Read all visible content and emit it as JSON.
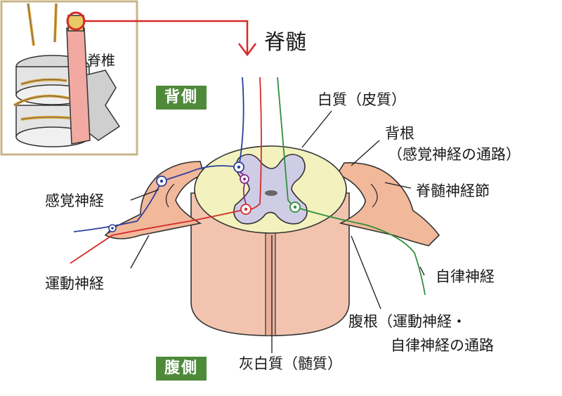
{
  "title": "脊髄",
  "inset": {
    "label": "脊椎"
  },
  "badges": {
    "dorsal": "背側",
    "ventral": "腹側"
  },
  "labels": {
    "white_matter": "白質（皮質）",
    "dorsal_root_1": "背根",
    "dorsal_root_2": "（感覚神経の通路）",
    "spinal_ganglion": "脊髄神経節",
    "sensory_nerve": "感覚神経",
    "motor_nerve": "運動神経",
    "autonomic_nerve": "自律神経",
    "ventral_root_1": "腹根（運動神経・",
    "ventral_root_2": "自律神経の通路",
    "gray_matter": "灰白質（髄質）"
  },
  "colors": {
    "white_matter": "#f3f2bf",
    "gray_matter": "#cfcde6",
    "tissue": "#f2b89a",
    "tissue_dark": "#dc9f84",
    "sensory": "#2b3f9e",
    "motor": "#d82a2a",
    "autonomic": "#2f8f3a",
    "interneuron": "#8a2e8a",
    "badge": "#4e8a3a",
    "inset_frame": "#c9b58a"
  }
}
